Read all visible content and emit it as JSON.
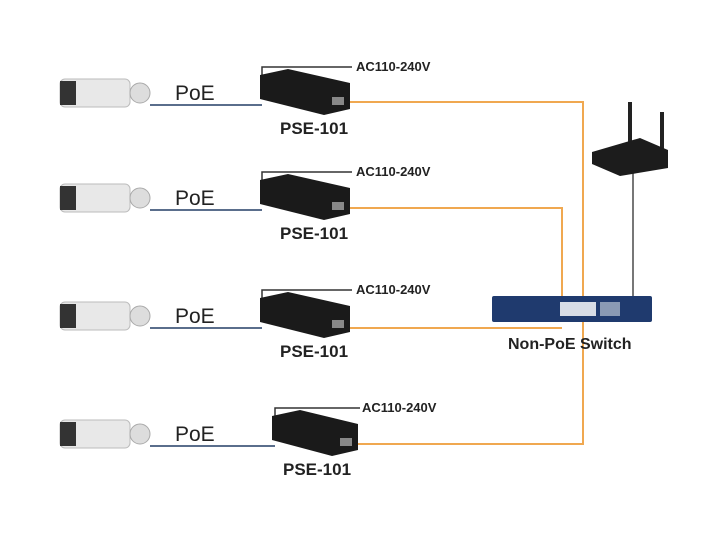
{
  "diagram": {
    "rows": [
      {
        "cable_label": "PoE",
        "injector_label": "PSE-101",
        "power_label": "AC110-240V"
      },
      {
        "cable_label": "PoE",
        "injector_label": "PSE-101",
        "power_label": "AC110-240V"
      },
      {
        "cable_label": "PoE",
        "injector_label": "PSE-101",
        "power_label": "AC110-240V"
      },
      {
        "cable_label": "PoE",
        "injector_label": "PSE-101",
        "power_label": "AC110-240V"
      }
    ],
    "switch_label": "Non-PoE Switch",
    "colors": {
      "data_cable": "#f0a850",
      "poe_cable": "#5a6e8c",
      "switch_body": "#1f3a6e",
      "device": "#1a1a1a"
    }
  }
}
